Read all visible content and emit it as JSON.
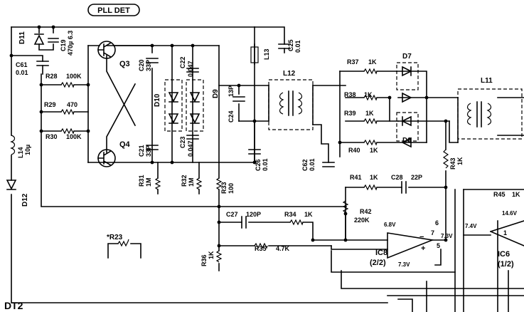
{
  "header_label": "PLL DET",
  "section_label": "DT2",
  "components": {
    "d11": "D11",
    "c19": "C19",
    "c19_val": "470µ 6.3",
    "c61": "C61",
    "c61_val": "0.01",
    "r28": "R28",
    "r28_val": "100K",
    "r29": "R29",
    "r29_val": "470",
    "r30": "R30",
    "r30_val": "100K",
    "l14": "L14",
    "l14_val": "10µ",
    "d12": "D12",
    "q3": "Q3",
    "q4": "Q4",
    "c20": "C20",
    "c20_val": "33P",
    "c21": "C21",
    "c21_val": "33P",
    "d10": "D10",
    "c22": "C22",
    "c22_val": "0.047",
    "c23": "C23",
    "c23_val": "0.047",
    "d9": "D9",
    "r31": "R31",
    "r31_val": "1M",
    "r32": "R32",
    "r32_val": "1M",
    "r33": "R33",
    "r33_val": "100",
    "c24": "C24",
    "c24_val": "13P",
    "l13": "L13",
    "c25": "C25",
    "c25_val": "0.01",
    "l12": "L12",
    "c26": "C26",
    "c26_val": "0.01",
    "c62": "C62",
    "c62_val": "0.01",
    "r37": "R37",
    "r37_val": "1K",
    "r38": "R38",
    "r38_val": "1K",
    "r39": "R39",
    "r39_val": "1K",
    "r40": "R40",
    "r40_val": "1K",
    "d7": "D7",
    "d8": "D8",
    "l11": "L11",
    "r43": "R43",
    "r43_val": "1K",
    "r41": "R41",
    "r41_val": "1K",
    "c28": "C28",
    "c28_val": "22P",
    "r42": "R42",
    "r42_val": "220K",
    "c27": "C27",
    "c27_val": "120P",
    "r34": "R34",
    "r34_val": "1K",
    "r35": "R35",
    "r35_val": "4.7K",
    "r36": "R36",
    "r36_val": "1K",
    "r23": "*R23",
    "r45": "R45",
    "r45_val": "1K",
    "ic6": "IC6",
    "ic6_sub": "(1/2)",
    "ic8": "IC8",
    "ic8_sub": "(2/2)"
  },
  "voltages": {
    "v_6_8": "6.8V",
    "v_7_3a": "7.3V",
    "v_7_3b": "7.3V",
    "v_7_4": "7.4V",
    "v_14_6": "14.6V"
  },
  "pins": {
    "p6": "6",
    "p5": "5",
    "p7": "7",
    "plus": "+",
    "minus": "−",
    "p1": "1"
  }
}
